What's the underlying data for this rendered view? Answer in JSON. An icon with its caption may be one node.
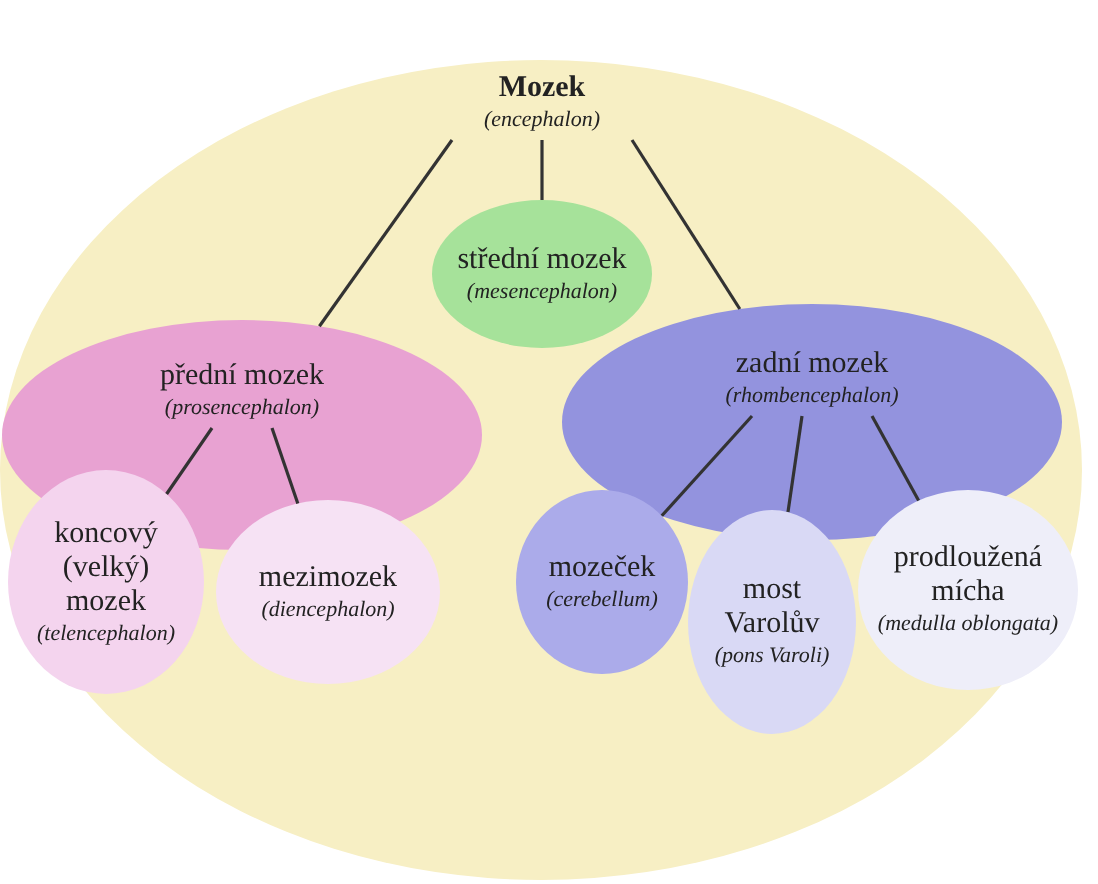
{
  "diagram": {
    "nodes": [
      {
        "text": [],
        "shape": "circle"
      },
      {
        "text": [
          "Mozek",
          "(encephalon)"
        ],
        "in": 0
      },
      {
        "text": [
          "střední mozek",
          "(mesencephalon)"
        ],
        "in": 0
      },
      {
        "text": [
          "přední mozek",
          "(prosencephalon)"
        ],
        "in": 0
      },
      {
        "text": [
          "zadní mozek",
          "(rhombencephalon)"
        ],
        "in": 0
      },
      {
        "text": [
          "koncový (velký) mozek",
          "(telencephalon)"
        ],
        "in": 0
      },
      {
        "text": [
          "mezimozek",
          "(diencephalon)"
        ],
        "in": 0
      },
      {
        "text": [
          "mozeček",
          "(cerebellum)"
        ],
        "in": 0
      },
      {
        "text": [
          "most Varolův",
          "(pons Varoli)"
        ],
        "in": 0
      },
      {
        "text": [
          "prodloužená mícha",
          "(medulla oblongata)"
        ],
        "in": 0
      }
    ],
    "edges": [
      {
        "from": 1,
        "to": 2,
        "arrow": "none"
      },
      {
        "from": 1,
        "to": 3,
        "arrow": "none"
      },
      {
        "from": 1,
        "to": 4,
        "arrow": "none"
      },
      {
        "from": 3,
        "to": 5,
        "arrow": "none"
      },
      {
        "from": 3,
        "to": 6,
        "arrow": "none"
      },
      {
        "from": 4,
        "to": 7,
        "arrow": "none"
      },
      {
        "from": 4,
        "to": 8,
        "arrow": "none"
      },
      {
        "from": 4,
        "to": 9,
        "arrow": "none"
      }
    ]
  }
}
